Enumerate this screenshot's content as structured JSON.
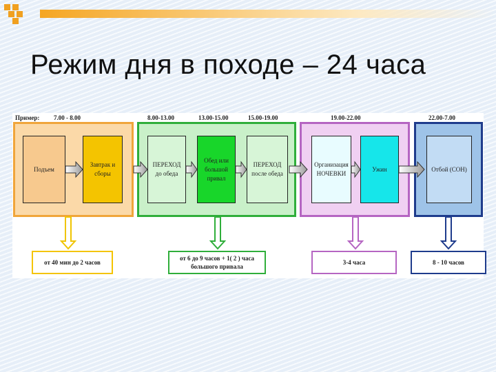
{
  "title": "Режим дня в походе – 24 часа",
  "headers": {
    "example": "Пример:",
    "t1": "7.00 - 8.00",
    "t2": "8.00-13.00",
    "t3": "13.00-15.00",
    "t4": "15.00-19.00",
    "t5": "19.00-22.00",
    "t6": "22.00-7.00"
  },
  "boxes": {
    "wakeup": "Подъем",
    "breakfast": "Завтрак и сборы",
    "morning_hike": "ПЕРЕХОД до обеда",
    "lunch": "Обед или большой привал",
    "evening_hike": "ПЕРЕХОД после обеда",
    "camp": "Организация НОЧЕВКИ",
    "dinner": "Ужин",
    "sleep": "Отбой (СОН)"
  },
  "durations": {
    "morning": "от 40 мин до 2 часов",
    "day": "от 6 до 9 часов + 1( 2 ) часа большого привала",
    "evening": "3-4 часа",
    "night": "8 - 10 часов"
  },
  "colors": {
    "orange_frame": "#f0a53a",
    "orange_fill": "#fbd9a8",
    "green_frame": "#2fae3a",
    "green_fill": "#c9f0c9",
    "violet_frame": "#b565c2",
    "violet_fill": "#f0d0f2",
    "blue_frame": "#1e3b8c",
    "blue_fill": "#9ec3e8"
  }
}
